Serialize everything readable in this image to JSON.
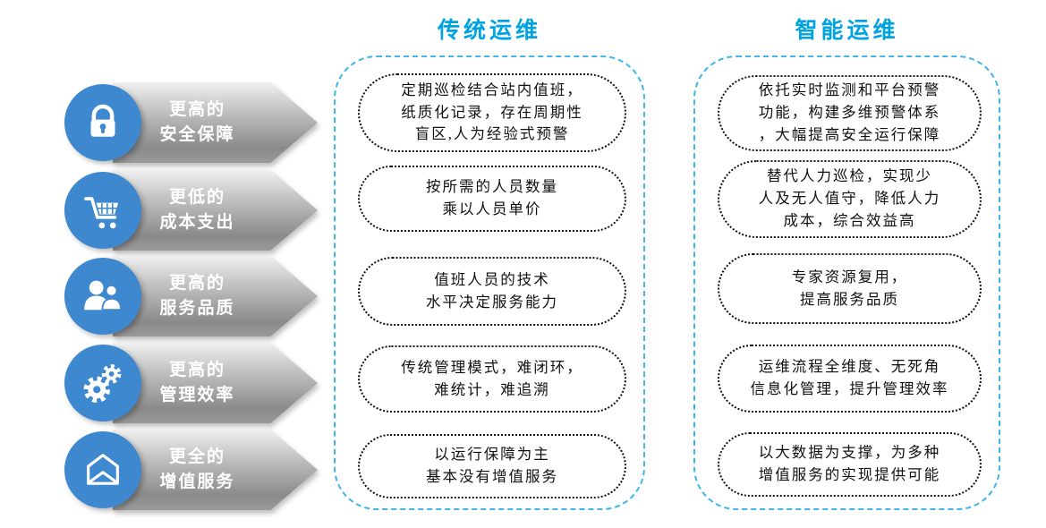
{
  "titles": {
    "traditional": "传统运维",
    "intelligent": "智能运维"
  },
  "colors": {
    "title_blue": "#00a3e2",
    "panel_border_blue": "#3db6ea",
    "icon_circle_blue": "#3e88cf",
    "box_border": "#111111",
    "arrow_gradient_light": "#f0f0f0",
    "arrow_gradient_dark": "#8a8a8a",
    "arrow_text": "#ffffff"
  },
  "rows": [
    {
      "icon": "lock-icon",
      "category": "更高的\n安全保障",
      "traditional": "定期巡检结合站内值班，\n纸质化记录，存在周期性\n盲区,人为经验式预警",
      "intelligent": "依托实时监测和平台预警\n功能，构建多维预警体系\n，大幅提高安全运行保障"
    },
    {
      "icon": "shopping-cart-icon",
      "category": "更低的\n成本支出",
      "traditional": "按所需的人员数量\n乘以人员单价",
      "intelligent": "替代人力巡检，实现少\n人及无人值守，降低人力\n成本，综合效益高"
    },
    {
      "icon": "people-icon",
      "category": "更高的\n服务品质",
      "traditional": "值班人员的技术\n水平决定服务能力",
      "intelligent": "专家资源复用，\n提高服务品质"
    },
    {
      "icon": "gears-icon",
      "category": "更高的\n管理效率",
      "traditional": "传统管理模式，难闭环，\n难统计，难追溯",
      "intelligent": "运维流程全维度、无死角\n信息化管理，提升管理效率"
    },
    {
      "icon": "envelope-icon",
      "category": "更全的\n增值服务",
      "traditional": "以运行保障为主\n基本没有增值服务",
      "intelligent": "以大数据为支撑，为多种\n增值服务的实现提供可能"
    }
  ]
}
